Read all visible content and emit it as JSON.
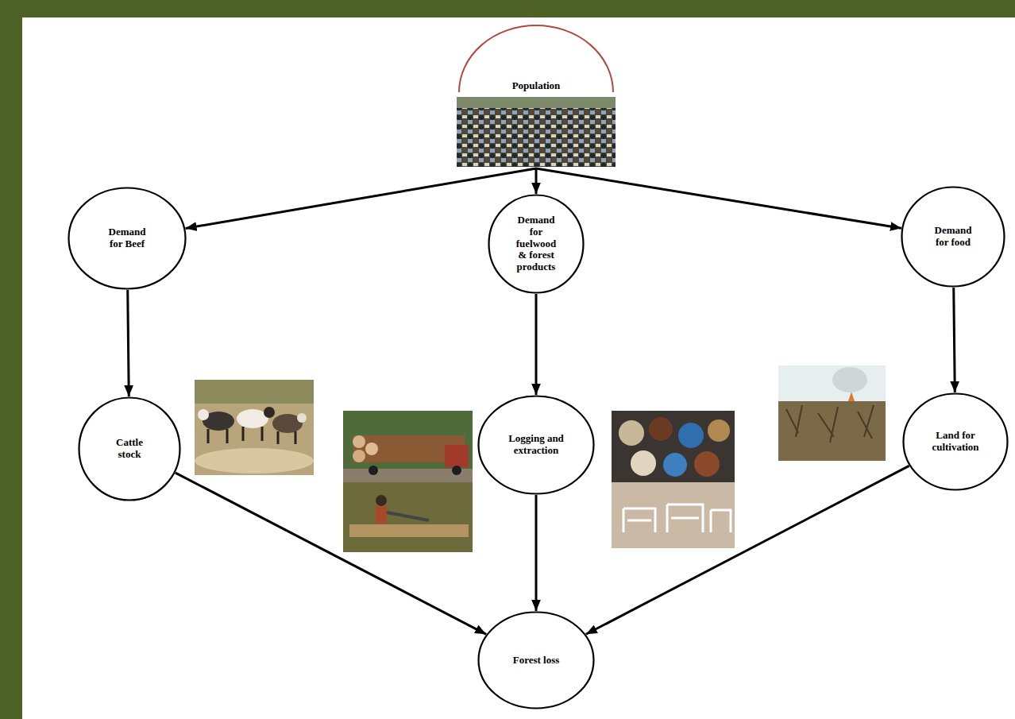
{
  "diagram": {
    "nodes": [
      {
        "text": [
          "Population"
        ]
      },
      {
        "text": [
          "Demand for Beef"
        ]
      },
      {
        "text": [
          "Demand for fuelwood & forest products"
        ]
      },
      {
        "text": [
          "Demand for food"
        ]
      },
      {
        "text": [
          "Cattle stock"
        ]
      },
      {
        "text": [
          "Logging and extraction"
        ]
      },
      {
        "text": [
          "Land for cultivation"
        ]
      },
      {
        "text": [
          "Forest loss"
        ]
      }
    ],
    "edges": [
      {
        "from": 0,
        "to": 1,
        "arrow": "to"
      },
      {
        "from": 0,
        "to": 2,
        "arrow": "to"
      },
      {
        "from": 0,
        "to": 3,
        "arrow": "to"
      },
      {
        "from": 1,
        "to": 4,
        "arrow": "to"
      },
      {
        "from": 2,
        "to": 5,
        "arrow": "to"
      },
      {
        "from": 3,
        "to": 6,
        "arrow": "to"
      },
      {
        "from": 4,
        "to": 7,
        "arrow": "to"
      },
      {
        "from": 5,
        "to": 7,
        "arrow": "to"
      },
      {
        "from": 6,
        "to": 7,
        "arrow": "to"
      }
    ]
  }
}
